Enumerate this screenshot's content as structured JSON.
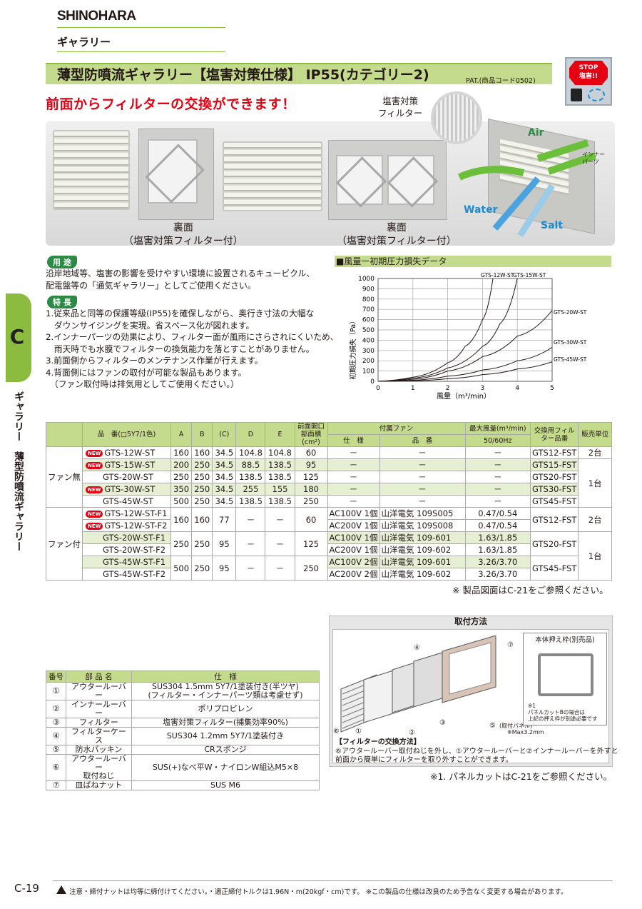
{
  "header": {
    "brand": "SHINOHARA",
    "section": "ギャラリー",
    "side_letter": "C",
    "side_title": "ギャラリー　薄型防噴流ギャラリー"
  },
  "title": {
    "main": "薄型防噴流ギャラリー【塩害対策仕様】 IP55(カテゴリー2)",
    "pat": "PAT.(商品コード0502)"
  },
  "stop_badge": {
    "line1": "STOP",
    "line2": "塩害!!"
  },
  "lead": "前面からフィルターの交換ができます！",
  "photos": {
    "filter_label_1": "塩害対策",
    "filter_label_2": "フィルター",
    "cap1_line1": "裏面",
    "cap1_line2": "（塩害対策フィルター付）",
    "cap2_line1": "裏面",
    "cap2_line2": "（塩害対策フィルター付）",
    "air": "Air",
    "water": "Water",
    "salt": "Salt",
    "inner_1": "インナー",
    "inner_2": "パーツ"
  },
  "usage": {
    "tag": "用 途",
    "lines": [
      "沿岸地域等、塩害の影響を受けやすい環境に設置されるキュービクル、",
      "配電盤等の「通気ギャラリー」としてご使用ください。"
    ]
  },
  "features": {
    "tag": "特 長",
    "lines": [
      "1.従来品と同等の保護等級(IP55)を確保しながら、奥行き寸法の大幅な",
      "　ダウンサイジングを実現。省スペース化が図れます。",
      "2.インナーパーツの効果により、フィルター面が風雨にさらされにくいため、",
      "　雨天時でも水膜でフィルターの換気能力を落とすことがありません。",
      "3.前面側からフィルターのメンテナンス作業が行えます。",
      "4.背面側にはファンの取付が可能な製品もあります。",
      "　（ファン取付時は排気用としてご使用ください。）"
    ]
  },
  "chart_title": "■風量ー初期圧力損失データ",
  "chart_data": {
    "type": "line",
    "xlabel": "風量（m³/min）",
    "ylabel": "初期圧力損失（Pa）",
    "xlim": [
      0,
      5
    ],
    "ylim": [
      0,
      1000
    ],
    "x_ticks": [
      "0",
      "1",
      "2",
      "3",
      "4",
      "5"
    ],
    "y_ticks": [
      "0",
      "100",
      "200",
      "300",
      "400",
      "500",
      "600",
      "700",
      "800",
      "900",
      "1000"
    ],
    "series": [
      {
        "name": "GTS-12W-ST",
        "x": [
          0,
          1,
          2,
          2.5,
          3,
          3.3
        ],
        "y": [
          0,
          40,
          180,
          340,
          600,
          1000
        ]
      },
      {
        "name": "GTS-15W-ST",
        "x": [
          0,
          1,
          2,
          3,
          3.5,
          4
        ],
        "y": [
          0,
          30,
          130,
          340,
          560,
          1000
        ]
      },
      {
        "name": "GTS-20W-ST",
        "x": [
          0,
          1,
          2,
          3,
          4,
          5
        ],
        "y": [
          0,
          20,
          100,
          240,
          440,
          690
        ]
      },
      {
        "name": "GTS-30W-ST",
        "x": [
          0,
          1,
          2,
          3,
          4,
          5
        ],
        "y": [
          0,
          10,
          50,
          110,
          200,
          330
        ]
      },
      {
        "name": "GTS-45W-ST",
        "x": [
          0,
          1,
          2,
          3,
          4,
          5
        ],
        "y": [
          0,
          5,
          25,
          65,
          120,
          190
        ]
      }
    ]
  },
  "spec_table": {
    "headers": {
      "name": "品　番(□5Y7/1色)",
      "a": "A",
      "b": "B",
      "c": "(C)",
      "d": "D",
      "e": "E",
      "area": "前面開口部面積(cm²)",
      "fan": "付属ファン",
      "fan_spec": "仕　様",
      "fan_model": "品　番",
      "flow": "最大風量(m³/min)",
      "hz": "50/60Hz",
      "filter": "交換用フィルター品番",
      "unit": "販売単位"
    },
    "group1": "ファン無",
    "group2": "ファン付",
    "rows": [
      {
        "new": true,
        "name": "GTS-12W-ST",
        "a": "160",
        "b": "160",
        "c": "34.5",
        "d": "104.8",
        "e": "104.8",
        "area": "60",
        "spec": "－",
        "model": "－",
        "flow": "－",
        "filter": "GTS12-FST",
        "unit": "2台"
      },
      {
        "new": true,
        "name": "GTS-15W-ST",
        "a": "200",
        "b": "250",
        "c": "34.5",
        "d": "88.5",
        "e": "138.5",
        "area": "95",
        "spec": "－",
        "model": "－",
        "flow": "－",
        "filter": "GTS15-FST",
        "unit": "1台"
      },
      {
        "new": false,
        "name": "GTS-20W-ST",
        "a": "250",
        "b": "250",
        "c": "34.5",
        "d": "138.5",
        "e": "138.5",
        "area": "125",
        "spec": "－",
        "model": "－",
        "flow": "－",
        "filter": "GTS20-FST"
      },
      {
        "new": true,
        "name": "GTS-30W-ST",
        "a": "350",
        "b": "250",
        "c": "34.5",
        "d": "255",
        "e": "155",
        "area": "180",
        "spec": "－",
        "model": "－",
        "flow": "－",
        "filter": "GTS30-FST"
      },
      {
        "new": false,
        "name": "GTS-45W-ST",
        "a": "500",
        "b": "250",
        "c": "34.5",
        "d": "138.5",
        "e": "138.5",
        "area": "250",
        "spec": "－",
        "model": "－",
        "flow": "－",
        "filter": "GTS45-FST"
      },
      {
        "new": true,
        "name": "GTS-12W-ST-F1",
        "a": "160",
        "b": "160",
        "c": "77",
        "d": "－",
        "e": "－",
        "area": "60",
        "spec": "AC100V 1個",
        "model": "山洋電気 109S005",
        "flow": "0.47/0.54",
        "filter": "GTS12-FST",
        "unit": "2台"
      },
      {
        "new": true,
        "name": "GTS-12W-ST-F2",
        "spec": "AC200V 1個",
        "model": "山洋電気 109S008",
        "flow": "0.47/0.54"
      },
      {
        "new": false,
        "name": "GTS-20W-ST-F1",
        "a": "250",
        "b": "250",
        "c": "95",
        "d": "－",
        "e": "－",
        "area": "125",
        "spec": "AC100V 1個",
        "model": "山洋電気 109-601",
        "flow": "1.63/1.85",
        "filter": "GTS20-FST",
        "unit": "1台"
      },
      {
        "new": false,
        "name": "GTS-20W-ST-F2",
        "spec": "AC200V 1個",
        "model": "山洋電気 109-602",
        "flow": "1.63/1.85"
      },
      {
        "new": false,
        "name": "GTS-45W-ST-F1",
        "a": "500",
        "b": "250",
        "c": "95",
        "d": "－",
        "e": "－",
        "area": "250",
        "spec": "AC100V 2個",
        "model": "山洋電気 109-601",
        "flow": "3.26/3.70",
        "filter": "GTS45-FST"
      },
      {
        "new": false,
        "name": "GTS-45W-ST-F2",
        "spec": "AC200V 2個",
        "model": "山洋電気 109-602",
        "flow": "3.26/3.70"
      }
    ],
    "note": "※ 製品図面はC-21をご参照ください。"
  },
  "parts_table": {
    "headers": [
      "番号",
      "部 品 名",
      "仕　様"
    ],
    "rows": [
      [
        "①",
        "アウタールーバー",
        "SUS304 1.5mm 5Y7/1塗装付き(半ツヤ)\n(フィルター・インナーパーツ類は考慮せず)"
      ],
      [
        "②",
        "インナールーバー",
        "ポリプロピレン"
      ],
      [
        "③",
        "フィルター",
        "塩害対策フィルター(捕集効率90%)"
      ],
      [
        "④",
        "フィルターケース",
        "SUS304 1.2mm 5Y7/1塗装付き"
      ],
      [
        "⑤",
        "防水パッキン",
        "CRスポンジ"
      ],
      [
        "⑥",
        "アウタールーバー\n取付ねじ",
        "SUS(+)なべ平W・ナイロンW組込M5×8"
      ],
      [
        "⑦",
        "皿ばねナット",
        "SUS M6"
      ]
    ]
  },
  "mount": {
    "title": "取付方法",
    "panel_title": "本体押え枠(別売品)",
    "panel_note": [
      "※1",
      "パネルカットBの場合は",
      "上記の押え枠が別途必要です"
    ],
    "panel_label": "(取付パネル)",
    "max_note": "※Max3.2mm",
    "note_title": "【フィルターの交換方法】",
    "note_lines": [
      "⑥アウタールーバー取付ねじを外し、①アウタールーバーと②インナールーバーを外すと",
      "前面から簡単にフィルターを取り外すことができます。"
    ],
    "foot": "※1. パネルカットはC-21をご参照ください。",
    "nums": [
      "①",
      "②",
      "③",
      "④",
      "⑤",
      "⑥",
      "⑦"
    ]
  },
  "footer": {
    "page": "C-19",
    "caution": "注意・締付ナットは均等に締付けてください。・適正締付トルクは1.96N・m(20kgf・cm)です。 ※この製品の仕様は改良のため予告なく変更する場合があります。"
  }
}
